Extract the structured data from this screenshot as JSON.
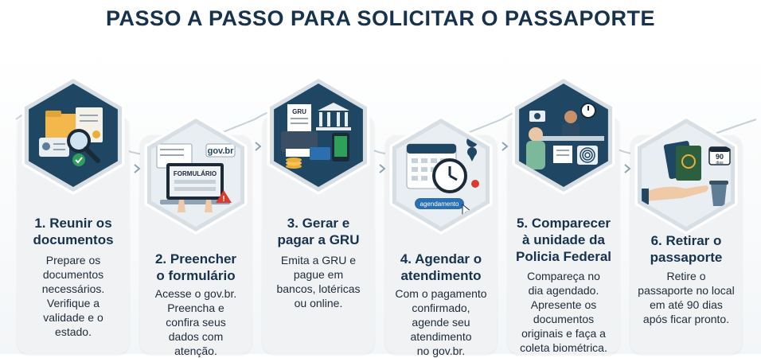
{
  "page": {
    "title": "PASSO A PASSO PARA SOLICITAR O PASSAPORTE"
  },
  "colors": {
    "title": "#17324d",
    "hex_fill": "#1f4662",
    "card": "#f0f2f4",
    "line": "#c5d0d8"
  },
  "steps": [
    {
      "title": "1. Reunir os\ndocumentos",
      "text": "Prepare os\ndocumentos\nnecessários.\nVerifique a\nvalidade e o\nestado.",
      "icon": "documents-folder-magnifier-icon"
    },
    {
      "title": "2. Preencher\no formulário",
      "text": "Acesse o gov.br.\nPreencha e\nconfira seus\ndados com\natenção.",
      "icon": "laptop-form-icon",
      "form_label": "FORMULÁRIO",
      "site_label": "gov.br"
    },
    {
      "title": "3. Gerar e\npagar a GRU",
      "text": "Emita a GRU e\npague em\nbancos, lotéricas\nou online.",
      "icon": "payment-bank-printer-icon",
      "gru_label": "GRU"
    },
    {
      "title": "4. Agendar o\natendimento",
      "text": "Com o pagamento\nconfirmado,\nagende seu\natendimento\nno gov.br.",
      "icon": "calendar-clock-icon",
      "button_label": "agendamento"
    },
    {
      "title": "5. Comparecer\nà unidade da\nPolicia Federal",
      "text": "Compareça no\ndia agendado.\nApresente os\ndocumentos\noriginais e faça a\ncoleta biométrica.",
      "icon": "police-office-biometrics-icon"
    },
    {
      "title": "6. Retirar o\npassaporte",
      "text": "Retire o\npassaporte no local\nem até 90 dias\napós ficar pronto.",
      "icon": "passport-hand-icon",
      "days_number": "90",
      "days_label": "dias"
    }
  ]
}
